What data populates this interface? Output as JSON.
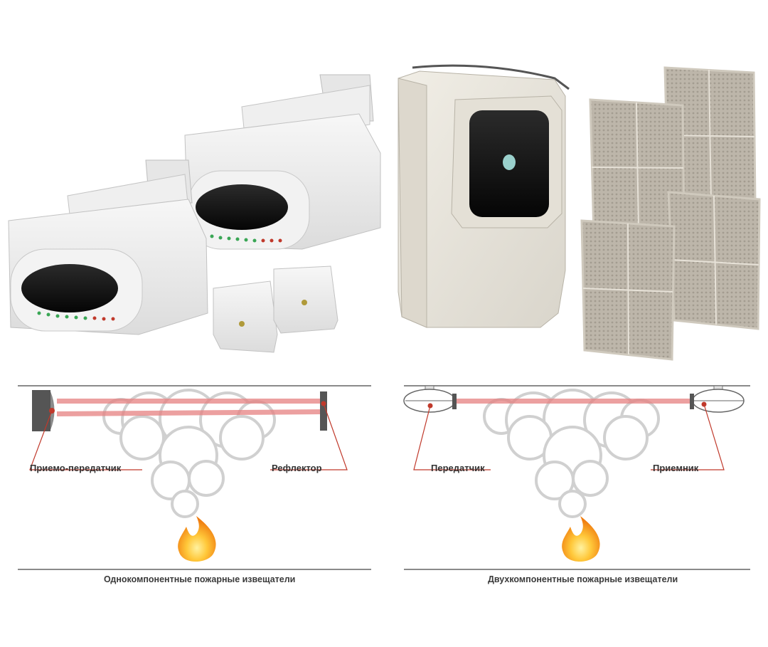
{
  "products": {
    "beam_detector_units": "beam-detector-unit",
    "reflector_panels": "reflector-panel",
    "receiver_housing": "receiver-housing"
  },
  "diagrams": [
    {
      "id": "single",
      "labels": {
        "left": "Приемо-передатчик",
        "right": "Рефлектор"
      },
      "caption": "Однокомпонентные пожарные извещатели"
    },
    {
      "id": "dual",
      "labels": {
        "left": "Передатчик",
        "right": "Приемник"
      },
      "caption": "Двухкомпонентные пожарные извещатели"
    }
  ],
  "colors": {
    "beam": "#e58080",
    "leader": "#c0392b",
    "line": "#8a8a8a",
    "smoke_stroke": "#cfcfcf",
    "flame_outer": "#f39c12",
    "flame_inner": "#ffd54a"
  }
}
